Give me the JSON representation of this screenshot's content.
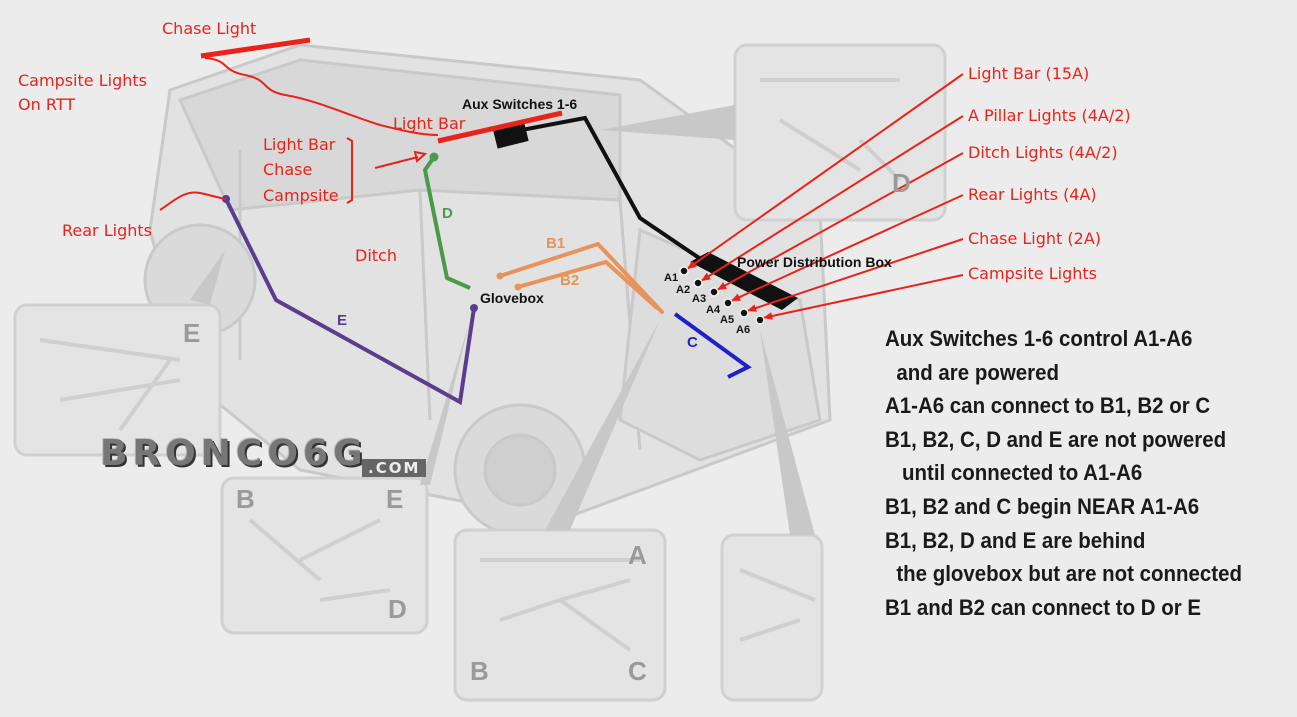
{
  "red_labels": {
    "chase_light": "Chase Light",
    "campsite_lights_rtt_1": "Campsite Lights",
    "campsite_lights_rtt_2": "On RTT",
    "light_bar": "Light Bar",
    "group_light_bar": "Light Bar",
    "group_chase": "Chase",
    "group_campsite": "Campsite",
    "rear_lights": "Rear Lights",
    "ditch": "Ditch"
  },
  "circuits": [
    {
      "pin": "A1",
      "label": "Light Bar (15A)"
    },
    {
      "pin": "A2",
      "label": "A Pillar Lights (4A/2)"
    },
    {
      "pin": "A3",
      "label": "Ditch Lights (4A/2)"
    },
    {
      "pin": "A4",
      "label": "Rear Lights (4A)"
    },
    {
      "pin": "A5",
      "label": "Chase Light (2A)"
    },
    {
      "pin": "A6",
      "label": "Campsite Lights"
    }
  ],
  "diagram_labels": {
    "aux_switches": "Aux Switches 1-6",
    "power_distribution_box": "Power Distribution Box",
    "glovebox": "Glovebox"
  },
  "wires": {
    "B1": {
      "label": "B1",
      "color": "#e8935a"
    },
    "B2": {
      "label": "B2",
      "color": "#e8935a"
    },
    "C": {
      "label": "C",
      "color": "#1f1fcc"
    },
    "D": {
      "label": "D",
      "color": "#4a9a4a"
    },
    "E": {
      "label": "E",
      "color": "#5b3d8f"
    },
    "aux": {
      "color": "#111111"
    },
    "annotation": {
      "color": "#e8231a"
    }
  },
  "inset_letters": {
    "top_right": "D",
    "left": "E",
    "mid_b": "B",
    "mid_e": "E",
    "mid_d": "D",
    "bottom_a": "A",
    "bottom_b": "B",
    "bottom_c": "C"
  },
  "logo": {
    "main": "BRONCO6G",
    "com": ".COM"
  },
  "notes": [
    "Aux Switches 1-6 control A1-A6",
    "  and are powered",
    "A1-A6 can connect to B1, B2 or C",
    "B1, B2, C, D and E are not powered",
    "   until connected to A1-A6",
    "B1, B2 and C begin NEAR A1-A6",
    "B1, B2, D and E are behind",
    "  the glovebox but are not connected",
    "B1 and B2 can connect to D or E"
  ]
}
